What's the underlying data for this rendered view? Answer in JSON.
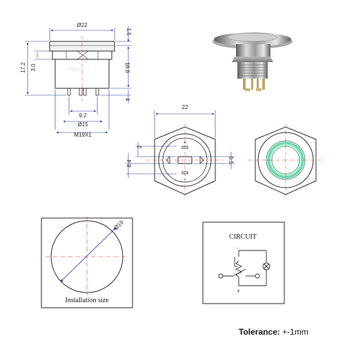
{
  "dimensions": {
    "top_diameter": "Ø22",
    "cap_height": "1.5",
    "total_height": "17.2",
    "flange_height": "3.0",
    "body_height": "16.6",
    "pin_length": "4",
    "pin_spacing": "9.2",
    "inner_diameter": "Ø15",
    "thread": "M19X1",
    "hex_width": "22",
    "pin_offset": "2",
    "pin_span": "8.4",
    "pin_thickness": "0.5",
    "hole_diameter": "Ø19"
  },
  "labels": {
    "watermark": "Ulitcos",
    "installation": "Installation size",
    "circuit": "CIRCUIT",
    "plus": "+",
    "minus": "-",
    "plus_small": "+",
    "minus_small": "-"
  },
  "tolerance": {
    "label": "Tolerance:",
    "value": "+-1mm"
  },
  "colors": {
    "outline": "#222222",
    "dimension": "#1a2a8c",
    "centerline": "#e2231a",
    "ring_glow": "#7ed9b8",
    "ring_edge": "#2f8a6a",
    "metal_light": "#d9d9d9",
    "metal_dark": "#6d6d6d"
  }
}
